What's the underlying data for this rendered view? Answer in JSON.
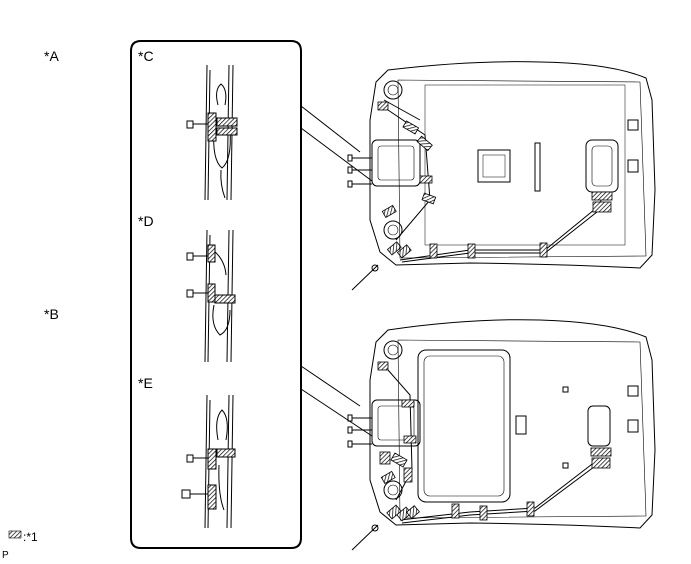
{
  "labels": {
    "a": "*A",
    "b": "*B",
    "c": "*C",
    "d": "*D",
    "e": "*E",
    "legend_1": ":*1",
    "corner": "P"
  },
  "colors": {
    "line": "#000000",
    "background": "#ffffff"
  }
}
